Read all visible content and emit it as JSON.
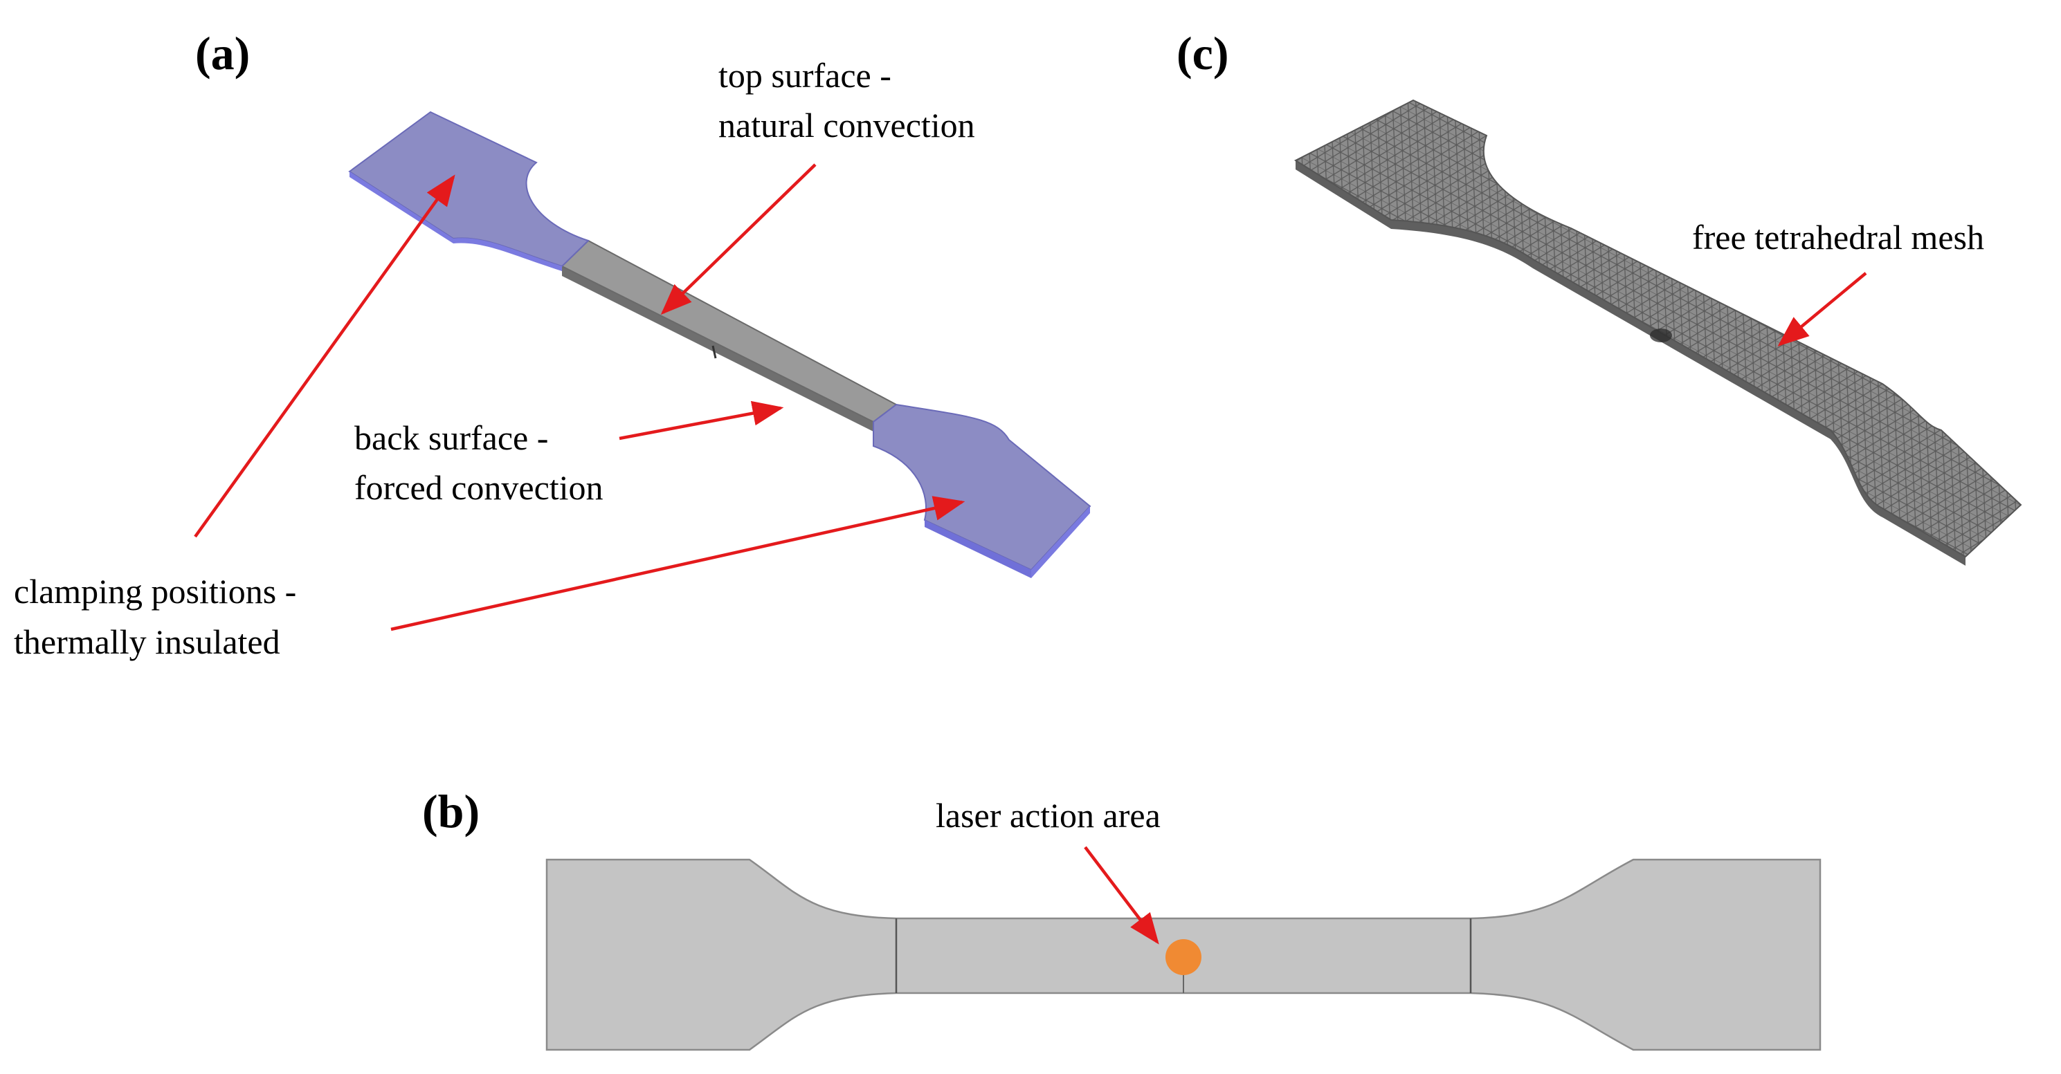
{
  "panels": {
    "a": {
      "label": "(a)",
      "annotations": {
        "top_surface_line1": "top surface -",
        "top_surface_line2": "natural convection",
        "back_surface_line1": "back surface -",
        "back_surface_line2": "forced convection",
        "clamping_line1": "clamping positions -",
        "clamping_line2": "thermally insulated"
      }
    },
    "b": {
      "label": "(b)",
      "annotations": {
        "laser_area": "laser action area"
      }
    },
    "c": {
      "label": "(c)",
      "annotations": {
        "mesh": "free tetrahedral mesh"
      }
    }
  },
  "colors": {
    "arrow": "#e41a1c",
    "clamp_region": "#8c8cc4",
    "gauge_region": "#9a9a9a",
    "specimen_flat": "#c4c4c4",
    "mesh_fill": "#8e8e8e",
    "laser_spot": "#f08a33"
  }
}
